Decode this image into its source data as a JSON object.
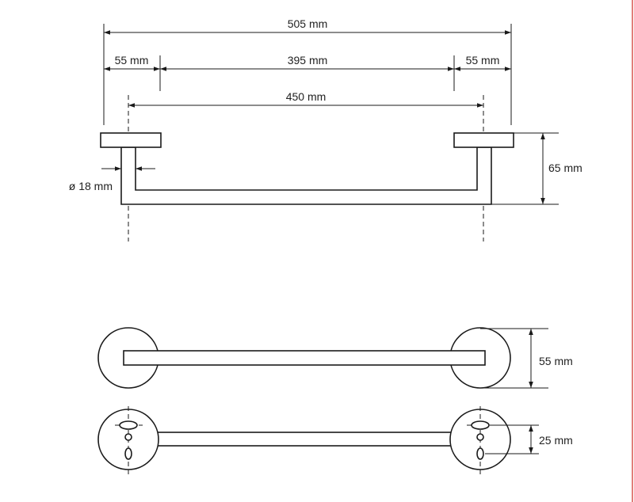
{
  "diagram": {
    "top_view_dimensions": {
      "overall_width": "505 mm",
      "left_rosette": "55 mm",
      "bar_span": "395 mm",
      "right_rosette": "55 mm",
      "center_distance": "450 mm",
      "tube_diameter": "ø 18 mm",
      "depth": "65 mm"
    },
    "front_view_dimensions": {
      "rosette_diameter": "55 mm"
    },
    "back_view_dimensions": {
      "hole_spacing": "25 mm"
    }
  },
  "colors": {
    "line": "#1a1a1a",
    "frame_accent": "#d9534f"
  }
}
